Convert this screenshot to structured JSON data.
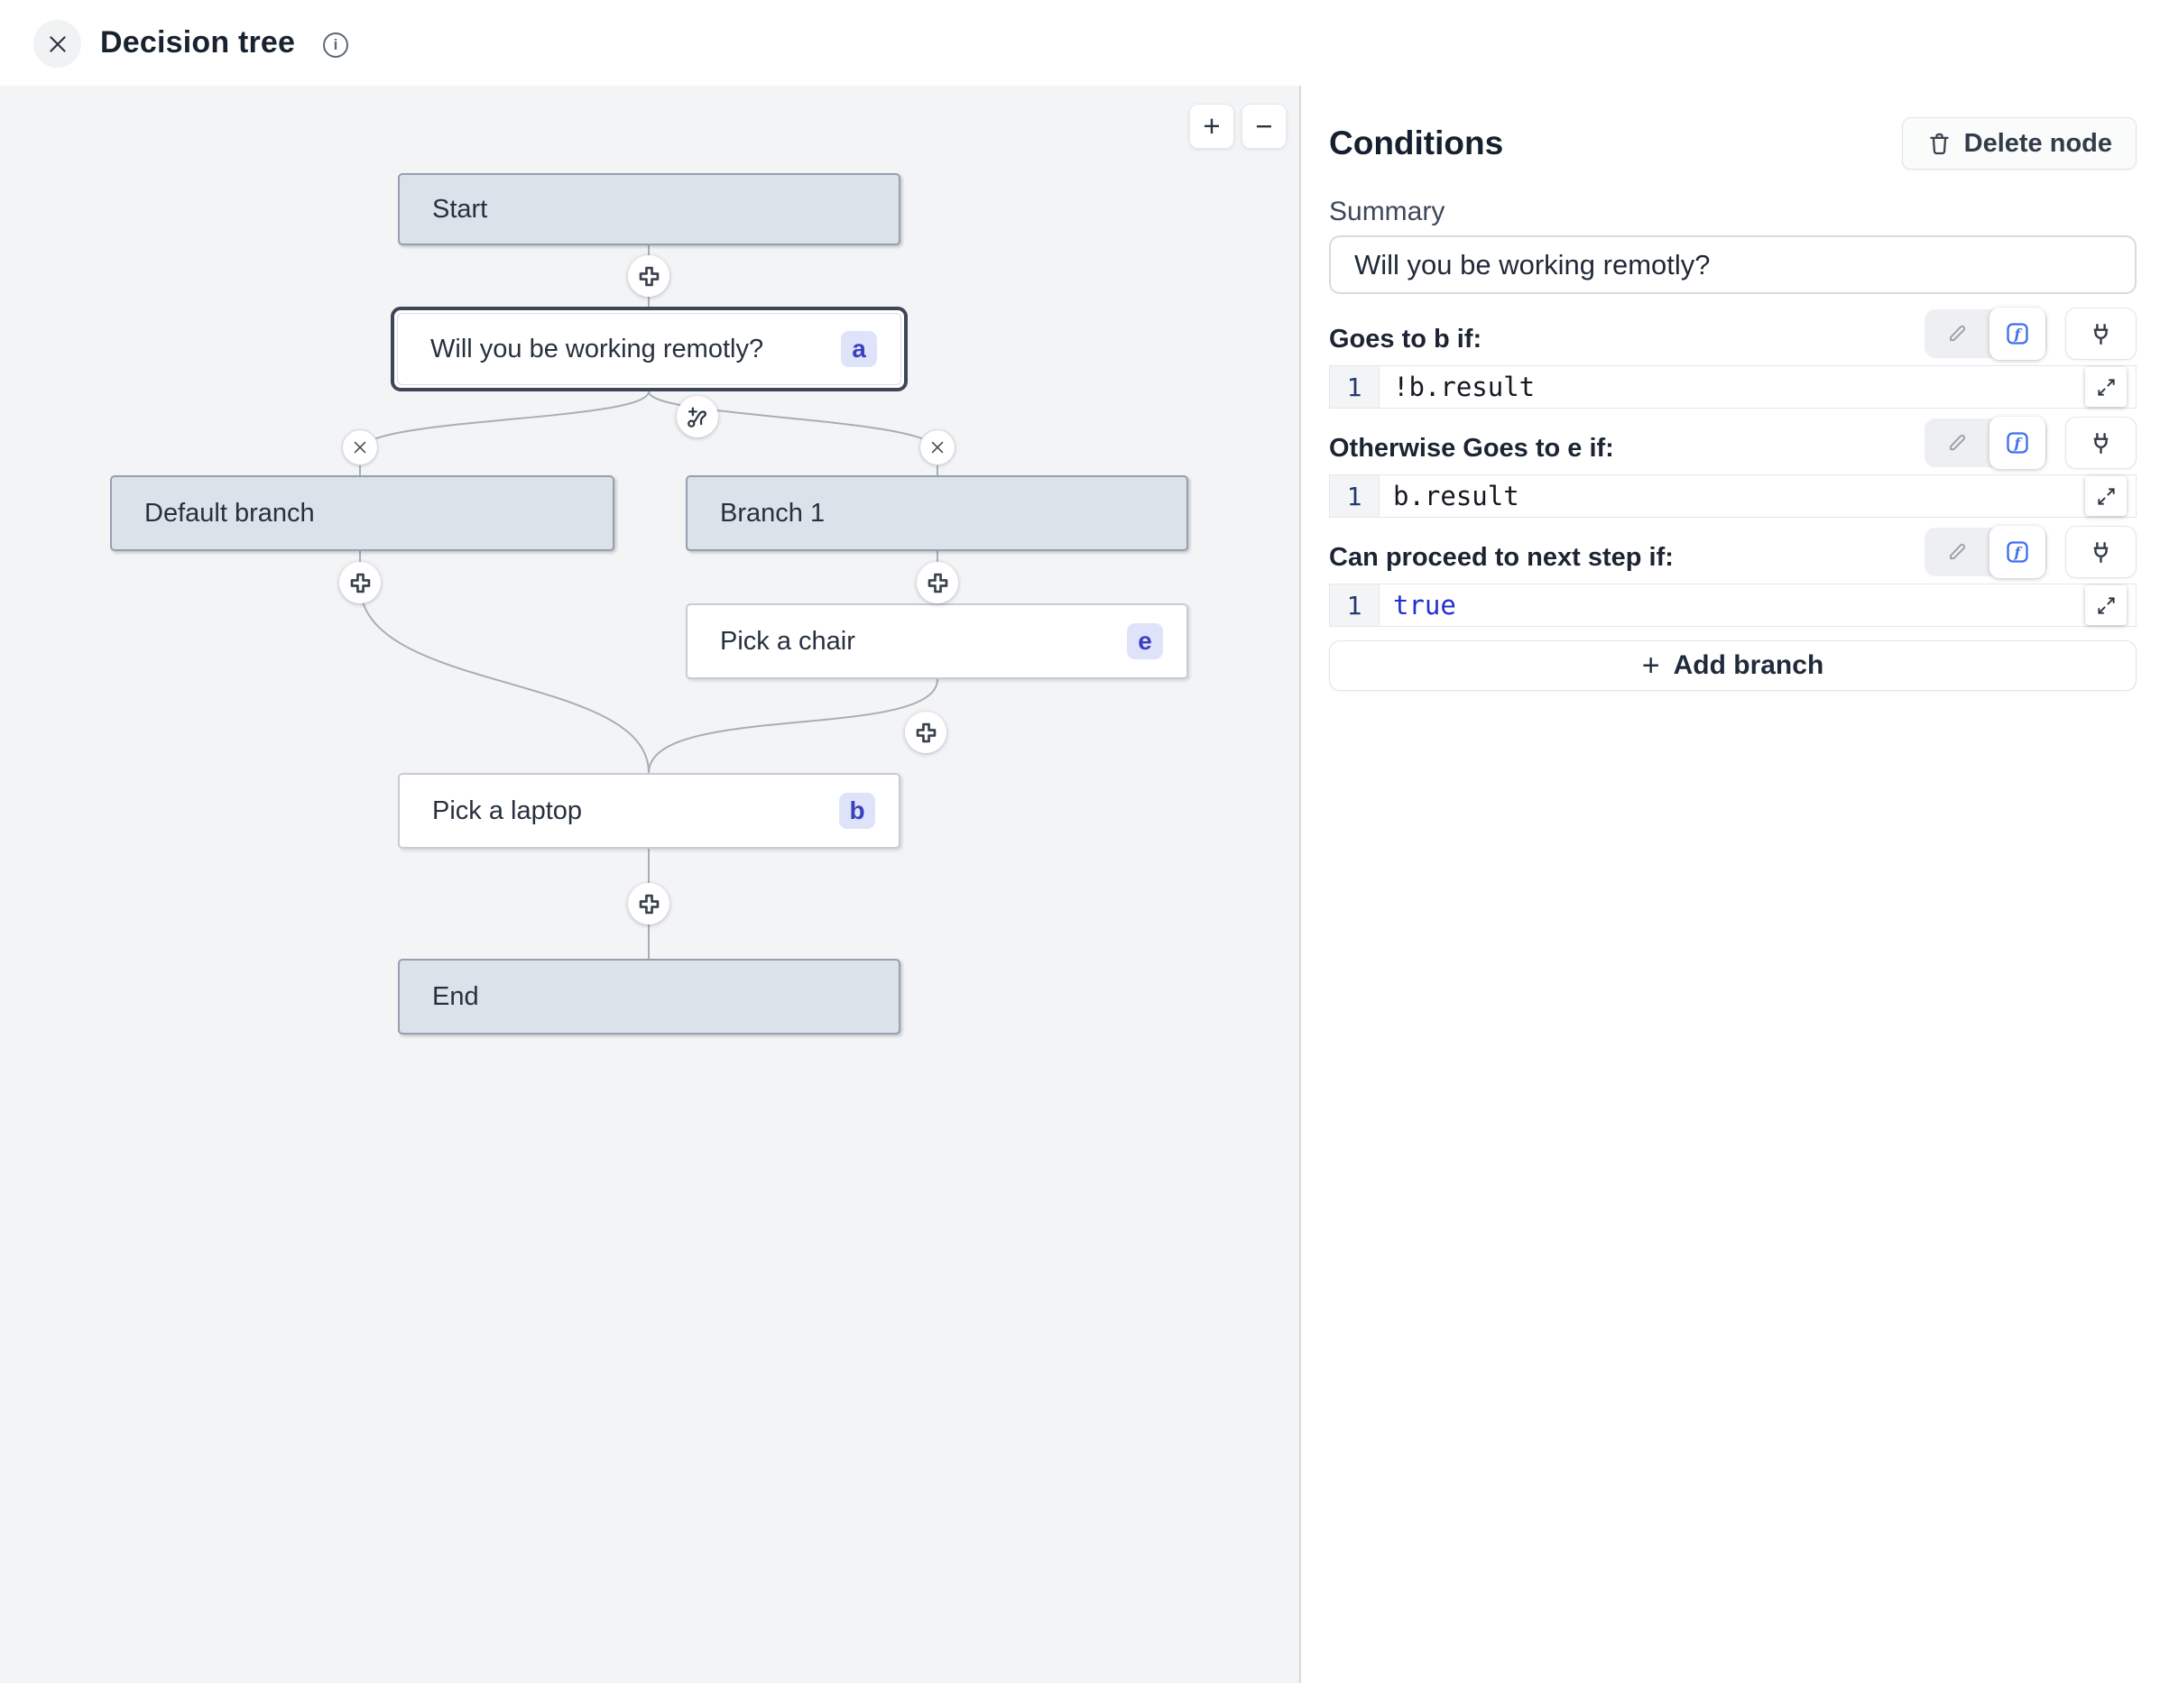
{
  "header": {
    "title": "Decision tree"
  },
  "canvas": {
    "zoom_in": "+",
    "zoom_out": "−",
    "nodes": [
      {
        "id": "start",
        "label": "Start",
        "badge": "",
        "type": "gray"
      },
      {
        "id": "question",
        "label": "Will you be working remotly?",
        "badge": "a",
        "type": "white"
      },
      {
        "id": "default-branch",
        "label": "Default branch",
        "badge": "",
        "type": "gray"
      },
      {
        "id": "branch-1",
        "label": "Branch 1",
        "badge": "",
        "type": "gray"
      },
      {
        "id": "pick-chair",
        "label": "Pick a chair",
        "badge": "e",
        "type": "white"
      },
      {
        "id": "pick-laptop",
        "label": "Pick a laptop",
        "badge": "b",
        "type": "white"
      },
      {
        "id": "end",
        "label": "End",
        "badge": "",
        "type": "gray"
      }
    ]
  },
  "panel": {
    "title": "Conditions",
    "delete_label": "Delete node",
    "summary_label": "Summary",
    "summary_value": "Will you be working remotly?",
    "conditions": [
      {
        "label": "Goes to b if:",
        "line": "1",
        "code": "!b.result"
      },
      {
        "label": "Otherwise Goes to e if:",
        "line": "1",
        "code": "b.result"
      },
      {
        "label": "Can proceed to next step if:",
        "line": "1",
        "code": "true"
      }
    ],
    "add_branch_label": "Add branch"
  },
  "colors": {
    "canvas_bg": "#f3f4f6",
    "node_gray_bg": "#dce2ea",
    "node_gray_border": "#96a0ae",
    "selected_ring": "#3d4755",
    "badge_bg": "#dfe3fa",
    "badge_text": "#3a41bd",
    "edge": "#a8aeb6",
    "accent_blue_fx": "#3e6eed",
    "code_keyword_blue": "#2230cf",
    "line_number_navy": "#223a70"
  }
}
